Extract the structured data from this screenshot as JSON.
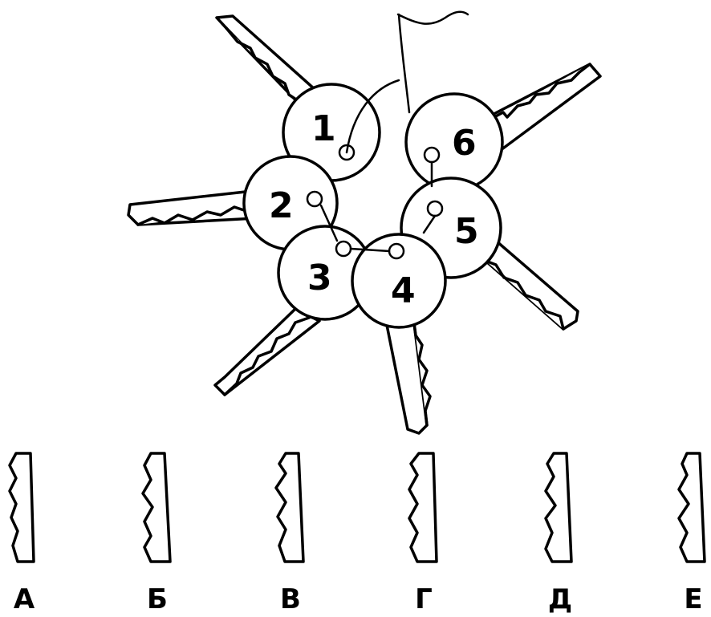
{
  "keys": [
    "1",
    "2",
    "3",
    "4",
    "5",
    "6"
  ],
  "options": [
    "А",
    "Б",
    "В",
    "Г",
    "Д",
    "Е"
  ]
}
